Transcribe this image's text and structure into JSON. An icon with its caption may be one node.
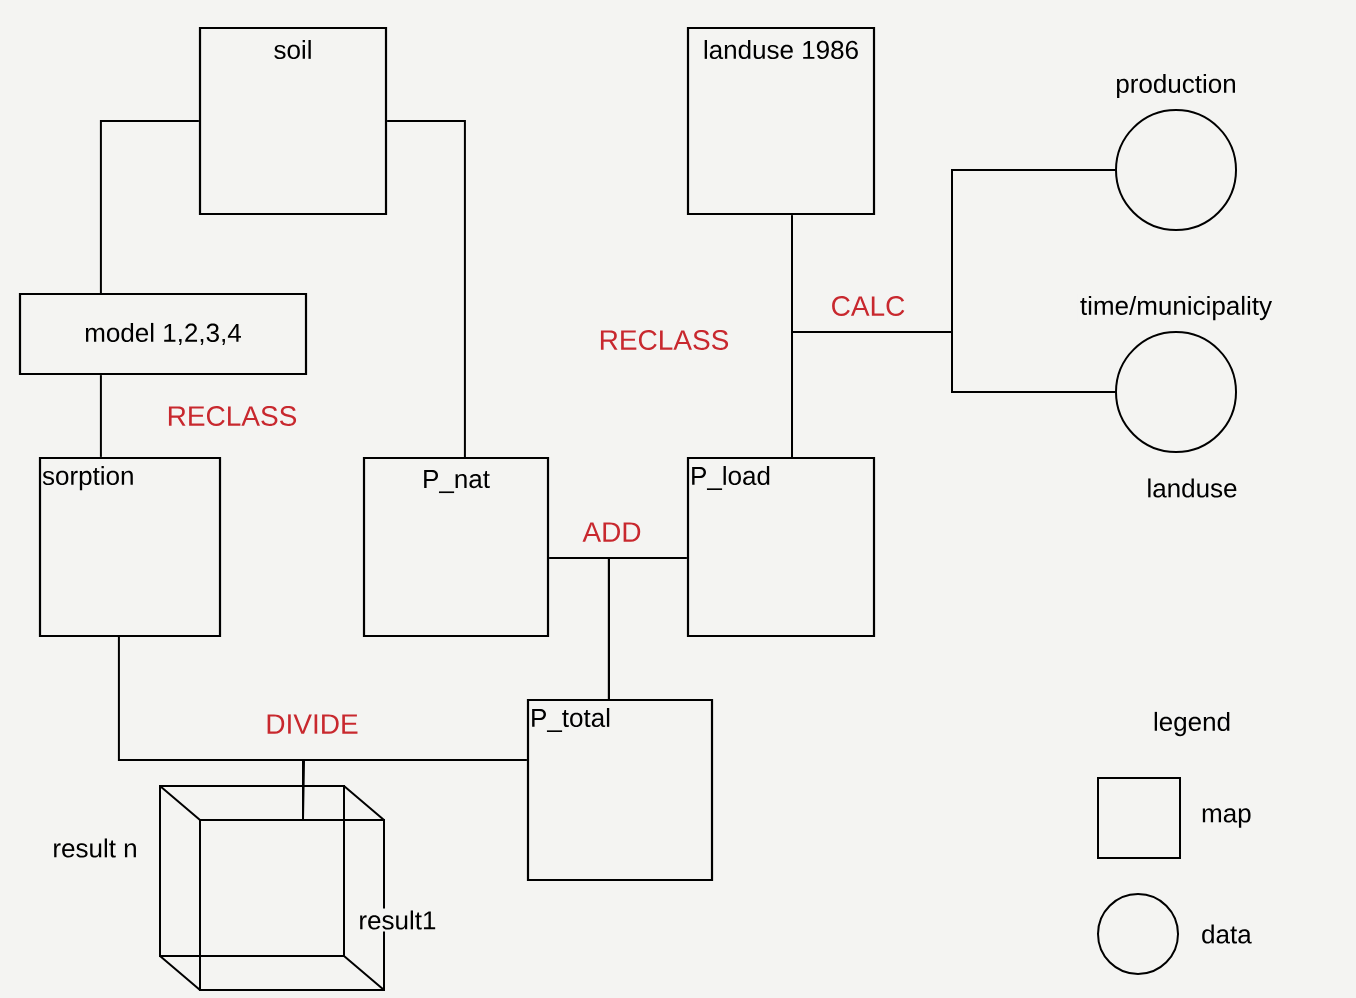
{
  "diagram": {
    "nodes": [
      {
        "text": [
          "soil"
        ]
      },
      {
        "text": [
          "landuse 1986"
        ]
      },
      {
        "text": [
          "production"
        ]
      },
      {
        "text": [
          "model 1,2,3,4"
        ]
      },
      {
        "text": [
          "time/municipality",
          "landuse"
        ]
      },
      {
        "text": [
          "sorption"
        ]
      },
      {
        "text": [
          "P_nat"
        ]
      },
      {
        "text": [
          "P_load"
        ]
      },
      {
        "text": [
          "P_total"
        ]
      },
      {
        "text": [
          "result n",
          "result1"
        ]
      }
    ],
    "edges": [
      {
        "from": 0,
        "to": 3,
        "arrow": "none"
      },
      {
        "from": 3,
        "to": 5,
        "arrow": "none",
        "label": "RECLASS"
      },
      {
        "from": 0,
        "to": 6,
        "arrow": "none"
      },
      {
        "from": 1,
        "to": 7,
        "arrow": "none",
        "label": "RECLASS"
      },
      {
        "from": 2,
        "to": 7,
        "arrow": "none",
        "label": "CALC"
      },
      {
        "from": 4,
        "to": 7,
        "arrow": "none"
      },
      {
        "from": 6,
        "to": 8,
        "arrow": "none",
        "label": "ADD"
      },
      {
        "from": 7,
        "to": 8,
        "arrow": "none"
      },
      {
        "from": 5,
        "to": 9,
        "arrow": "none",
        "label": "DIVIDE"
      },
      {
        "from": 8,
        "to": 9,
        "arrow": "none"
      }
    ],
    "labels": [
      "legend"
    ],
    "legend": [
      {
        "text": "map"
      },
      {
        "text": "data"
      }
    ]
  }
}
